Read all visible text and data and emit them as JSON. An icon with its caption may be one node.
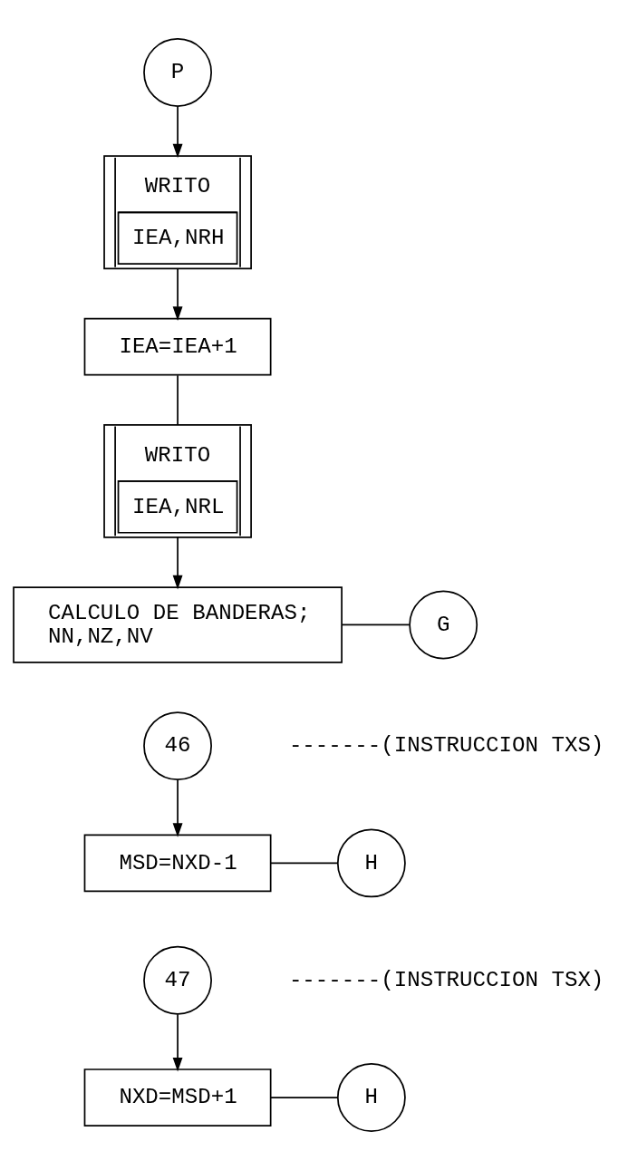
{
  "diagram": {
    "nodes": [
      {
        "text": [
          "P"
        ]
      },
      {
        "text": [
          "WRITO",
          "IEA,NRH"
        ]
      },
      {
        "text": [
          "IEA=IEA+1"
        ]
      },
      {
        "text": [
          "WRITO",
          "IEA,NRL"
        ]
      },
      {
        "text": [
          "CALCULO DE BANDERAS;",
          "NN,NZ,NV"
        ]
      },
      {
        "text": [
          "G"
        ]
      },
      {
        "text": [
          "46"
        ],
        "beside": [
          "-------(INSTRUCCION TXS)"
        ]
      },
      {
        "text": [
          "MSD=NXD-1"
        ]
      },
      {
        "text": [
          "H"
        ]
      },
      {
        "text": [
          "47"
        ],
        "beside": [
          "-------(INSTRUCCION TSX)"
        ]
      },
      {
        "text": [
          "NXD=MSD+1"
        ]
      },
      {
        "text": [
          "H"
        ]
      }
    ],
    "edges": [
      {
        "from": 0,
        "to": 1,
        "arrow": "to"
      },
      {
        "from": 1,
        "to": 2,
        "arrow": "to"
      },
      {
        "from": 2,
        "to": 3,
        "arrow": "none"
      },
      {
        "from": 3,
        "to": 4,
        "arrow": "to"
      },
      {
        "from": 4,
        "to": 5,
        "arrow": "none"
      },
      {
        "from": 6,
        "to": 7,
        "arrow": "to"
      },
      {
        "from": 7,
        "to": 8,
        "arrow": "none"
      },
      {
        "from": 9,
        "to": 10,
        "arrow": "to"
      },
      {
        "from": 10,
        "to": 11,
        "arrow": "none"
      }
    ]
  }
}
